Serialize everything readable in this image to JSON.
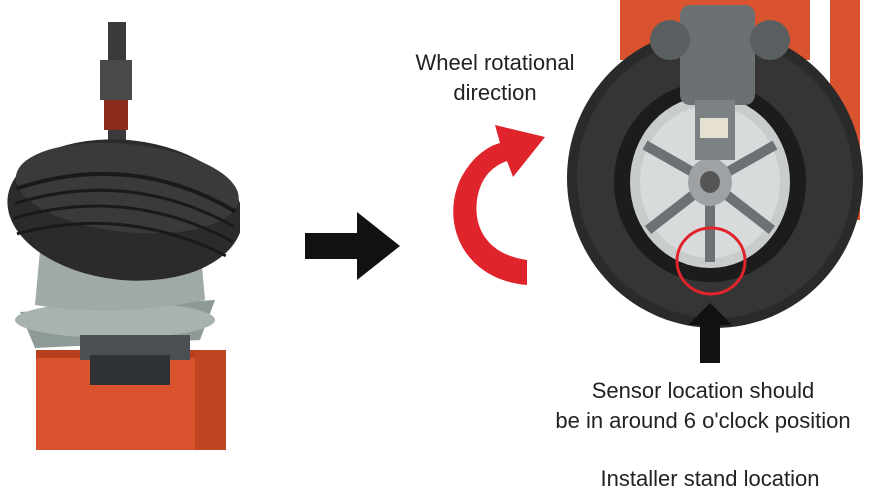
{
  "labels": {
    "rotation_line1": "Wheel rotational",
    "rotation_line2": "direction",
    "sensor_line1": "Sensor location should",
    "sensor_line2": "be in around 6 o'clock position",
    "installer": "Installer stand location"
  },
  "colors": {
    "rotation_arrow": "#e0242b",
    "sensor_circle": "#e0242b",
    "pointer_arrow": "#111111",
    "machine_base": "#d9542e"
  },
  "icons": {
    "mounted_tire_photo": "tire-on-changer-photo",
    "wheel_photo": "wheel-on-balancer-photo",
    "next_step_arrow": "right-arrow-icon",
    "rotation_arrow": "curved-rotation-arrow-icon",
    "pointer_arrow": "up-arrow-icon"
  }
}
